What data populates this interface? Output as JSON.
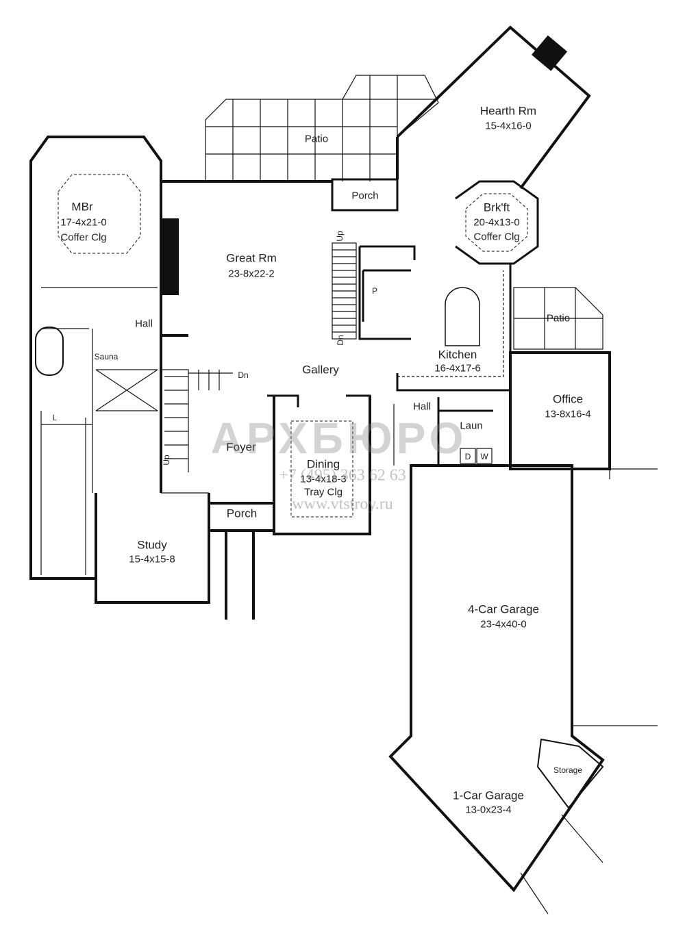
{
  "rooms": {
    "mbr": {
      "name": "MBr",
      "size": "17-4x21-0",
      "note": "Coffer Clg"
    },
    "great_rm": {
      "name": "Great Rm",
      "size": "23-8x22-2"
    },
    "patio_top": {
      "name": "Patio"
    },
    "porch_rear": {
      "name": "Porch"
    },
    "hearth_rm": {
      "name": "Hearth Rm",
      "size": "15-4x16-0"
    },
    "brkft": {
      "name": "Brk'ft",
      "size": "20-4x13-0",
      "note": "Coffer Clg"
    },
    "patio_right": {
      "name": "Patio"
    },
    "kitchen": {
      "name": "Kitchen",
      "size": "16-4x17-6"
    },
    "gallery": {
      "name": "Gallery"
    },
    "office": {
      "name": "Office",
      "size": "13-8x16-4"
    },
    "hall_right": {
      "name": "Hall"
    },
    "hall_left": {
      "name": "Hall"
    },
    "laun": {
      "name": "Laun"
    },
    "sauna": {
      "name": "Sauna"
    },
    "foyer": {
      "name": "Foyer"
    },
    "dining": {
      "name": "Dining",
      "size": "13-4x18-3",
      "note": "Tray Clg"
    },
    "porch_front": {
      "name": "Porch"
    },
    "study": {
      "name": "Study",
      "size": "15-4x15-8"
    },
    "garage4": {
      "name": "4-Car Garage",
      "size": "23-4x40-0"
    },
    "storage": {
      "name": "Storage"
    },
    "garage1": {
      "name": "1-Car Garage",
      "size": "13-0x23-4"
    }
  },
  "fixtures": {
    "stair_up_1": "Up",
    "stair_dn_1": "Dn",
    "stair_up_2": "Up",
    "stair_dn_2": "Dn",
    "pantry": "P",
    "dryer": "D",
    "washer": "W",
    "linen": "L"
  },
  "watermark": {
    "logo": "АРХБЮРО",
    "phone": "+7 (495) 363 62 63",
    "url": "www.vtstroy.ru"
  }
}
